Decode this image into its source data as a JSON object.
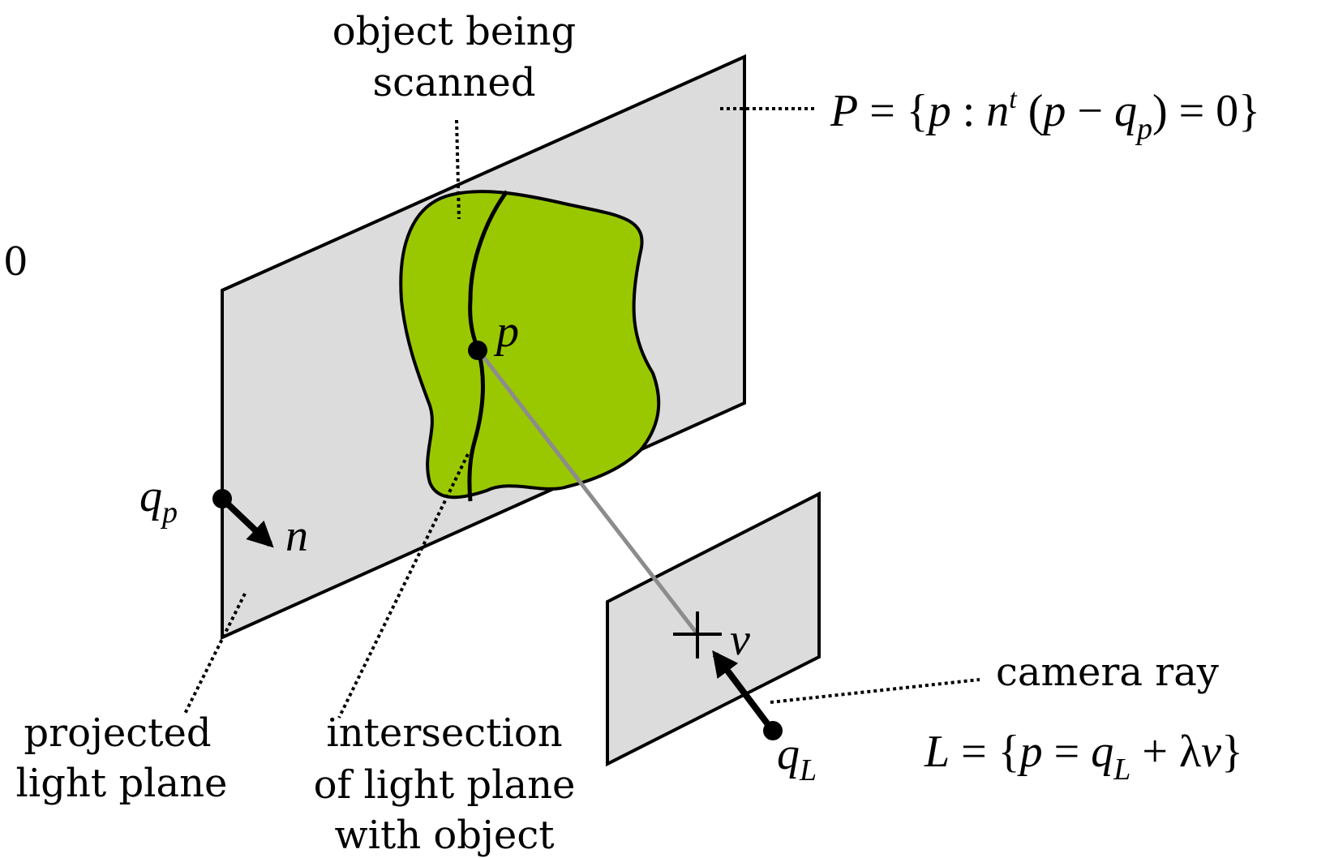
{
  "labels": {
    "object_line1": "object being",
    "object_line2": "scanned",
    "zero": "0",
    "point_p": "p",
    "qp_base": "q",
    "qp_sub": "p",
    "normal_n": "n",
    "view_v": "v",
    "qL_base": "q",
    "qL_sub": "L",
    "projected_line1": "projected",
    "projected_line2": "light plane",
    "intersection_line1": "intersection",
    "intersection_line2": "of light plane",
    "intersection_line3": "with object",
    "camera_ray": "camera ray"
  },
  "equations": {
    "plane": {
      "P": "P",
      "eq1": " = {",
      "p1": "p",
      "colon": " : ",
      "n": "n",
      "t": "t",
      "open": " (",
      "p2": "p",
      "minus": " − ",
      "q": "q",
      "sub": "p",
      "close": ") = 0}"
    },
    "line": {
      "L": "L",
      "eq1": " = {",
      "p": "p",
      "eq2": " = ",
      "q": "q",
      "sub": "L",
      "plus": " + λ",
      "v": "v",
      "close": "}"
    }
  },
  "colors": {
    "plane_fill": "#dcdcdc",
    "object_fill": "#99c800",
    "ray_color": "#8c8c8c",
    "outline": "#000000"
  }
}
